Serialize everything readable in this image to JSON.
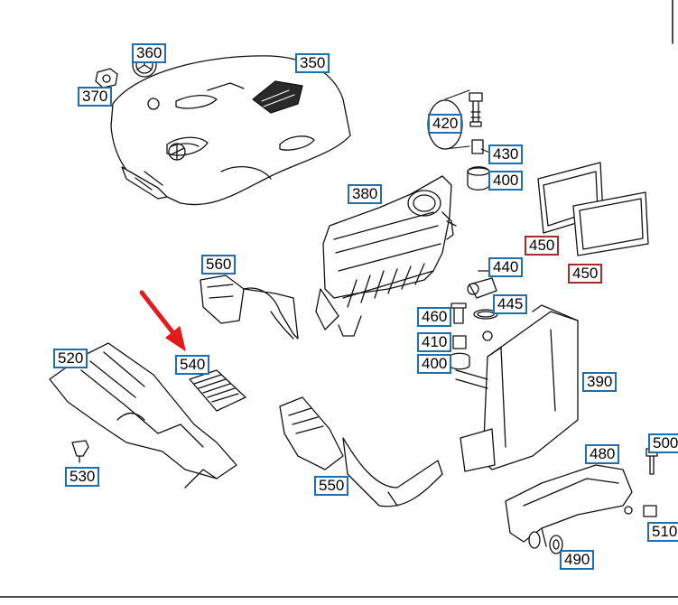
{
  "diagram": {
    "accent_blue": "#1f6fae",
    "accent_red": "#a62d2d",
    "arrow_color": "#e21b1b",
    "callouts": [
      {
        "id": "c360",
        "label": "360",
        "style": "blue"
      },
      {
        "id": "c350",
        "label": "350",
        "style": "blue"
      },
      {
        "id": "c370",
        "label": "370",
        "style": "blue"
      },
      {
        "id": "c420",
        "label": "420",
        "style": "blue"
      },
      {
        "id": "c430",
        "label": "430",
        "style": "blue"
      },
      {
        "id": "c400a",
        "label": "400",
        "style": "blue"
      },
      {
        "id": "c380",
        "label": "380",
        "style": "blue"
      },
      {
        "id": "c450a",
        "label": "450",
        "style": "red"
      },
      {
        "id": "c450b",
        "label": "450",
        "style": "red"
      },
      {
        "id": "c440",
        "label": "440",
        "style": "blue"
      },
      {
        "id": "c560",
        "label": "560",
        "style": "blue"
      },
      {
        "id": "c445",
        "label": "445",
        "style": "blue"
      },
      {
        "id": "c460",
        "label": "460",
        "style": "blue"
      },
      {
        "id": "c410",
        "label": "410",
        "style": "blue"
      },
      {
        "id": "c400b",
        "label": "400",
        "style": "blue"
      },
      {
        "id": "c520",
        "label": "520",
        "style": "blue"
      },
      {
        "id": "c540",
        "label": "540",
        "style": "blue"
      },
      {
        "id": "c390",
        "label": "390",
        "style": "blue"
      },
      {
        "id": "c500",
        "label": "500",
        "style": "blue"
      },
      {
        "id": "c480",
        "label": "480",
        "style": "blue"
      },
      {
        "id": "c530",
        "label": "530",
        "style": "blue"
      },
      {
        "id": "c550",
        "label": "550",
        "style": "blue"
      },
      {
        "id": "c510",
        "label": "510",
        "style": "blue"
      },
      {
        "id": "c490",
        "label": "490",
        "style": "blue"
      }
    ]
  }
}
